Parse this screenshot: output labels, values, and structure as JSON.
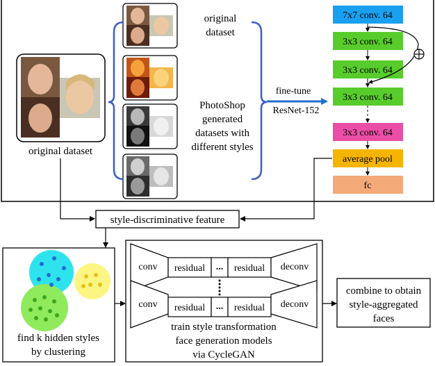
{
  "top": {
    "original_dataset_caption": "original dataset",
    "bracket_upper_label": [
      "original",
      "dataset"
    ],
    "bracket_lower_label": [
      "PhotoShop",
      "generated",
      "datasets with",
      "different styles"
    ],
    "fine_tune_label": "fine-tune",
    "resnet_label": "ResNet-152",
    "layers": [
      {
        "label": "7x7 conv. 64",
        "color": "#1aa0f0"
      },
      {
        "label": "3x3 conv. 64",
        "color": "#58cc2c"
      },
      {
        "label": "3x3 conv. 64",
        "color": "#58cc2c"
      },
      {
        "label": "3x3 conv. 64",
        "color": "#58cc2c"
      },
      {
        "label": "3x3 conv. 64",
        "color": "#ea4ea6"
      },
      {
        "label": "average pool",
        "color": "#f5b400"
      },
      {
        "label": "fc",
        "color": "#f3a978"
      }
    ],
    "plus_symbol": "⊕"
  },
  "feature_label": "style-discriminative feature",
  "cluster": {
    "caption": [
      "find k hidden styles",
      "by clustering"
    ],
    "colors": {
      "cyan": "#2fe3ee",
      "yellow": "#fdf582",
      "green": "#8fea5c"
    }
  },
  "gan": {
    "row_top": {
      "conv": "conv",
      "res1": "residual",
      "dots": "...",
      "res2": "residual",
      "deconv": "deconv"
    },
    "row_bottom": {
      "conv": "conv",
      "res1": "residual",
      "dots": "...",
      "res2": "residual",
      "deconv": "deconv"
    },
    "caption": [
      "train style transformation",
      "face generation models",
      "via CycleGAN"
    ]
  },
  "combine": [
    "combine to obtain",
    "style-aggregated",
    "faces"
  ]
}
